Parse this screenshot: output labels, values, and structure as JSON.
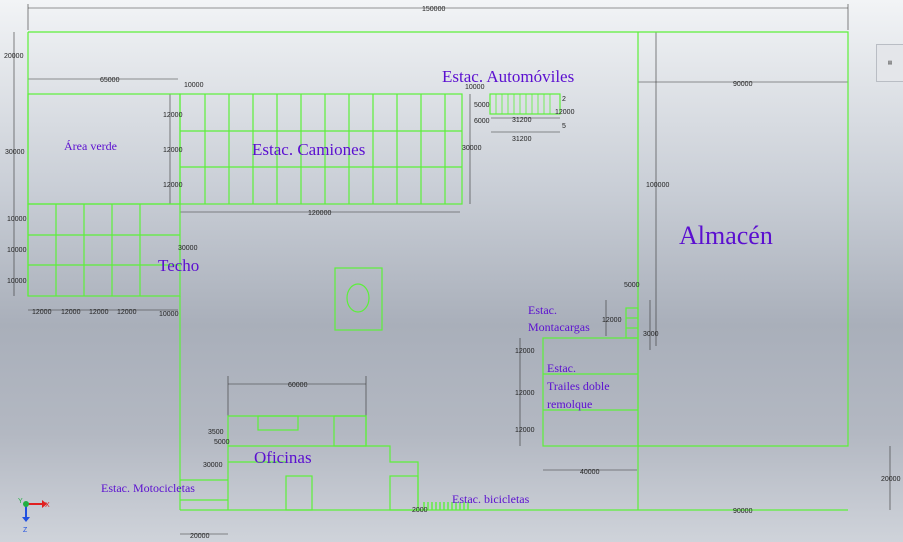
{
  "zones": {
    "area_verde": "Área verde",
    "camiones": "Estac. Camiones",
    "automoviles": "Estac. Automóviles",
    "almacen": "Almacén",
    "techo": "Techo",
    "montacargas_1": "Estac.",
    "montacargas_2": "Montacargas",
    "trailes_1": "Estac.",
    "trailes_2": "Trailes  doble",
    "trailes_3": "remolque",
    "oficinas": "Oficinas",
    "motocicletas": "Estac. Motocicletas",
    "bicicletas": "Estac. bicicletas"
  },
  "dimensions": {
    "total_width": "150000",
    "top_left_height": "20000",
    "area_verde_width": "65000",
    "area_verde_height": "30000",
    "gap_10000_a": "10000",
    "camiones_row_1": "12000",
    "camiones_row_2": "12000",
    "camiones_row_3": "12000",
    "camiones_width": "120000",
    "camiones_height": "30000",
    "auto_gap": "10000",
    "auto_1": "5000",
    "auto_2": "6000",
    "auto_3": "31200",
    "auto_4": "31200",
    "auto_5": "2",
    "auto_6": "5",
    "auto_7": "12000",
    "almacen_width": "90000",
    "almacen_height": "100000",
    "techo_row_1": "10000",
    "techo_row_2": "10000",
    "techo_row_3": "10000",
    "techo_col_1": "12000",
    "techo_col_2": "12000",
    "techo_col_3": "12000",
    "techo_col_4": "12000",
    "techo_side": "10000",
    "techo_height": "30000",
    "montacargas_1": "5000",
    "montacargas_2": "12000",
    "montacargas_3": "3000",
    "trailes_row_1": "12000",
    "trailes_row_2": "12000",
    "trailes_row_3": "12000",
    "trailes_width": "40000",
    "oficinas_width": "60000",
    "oficinas_1": "3500",
    "oficinas_2": "5000",
    "oficinas_3": "30000",
    "bici_1": "2000",
    "moto_width": "20000",
    "bottom_right_width": "90000",
    "bottom_right_height": "20000"
  },
  "axes": {
    "x": "X",
    "y": "Y",
    "z": "Z"
  },
  "colors": {
    "lines": "#5cf03a",
    "labels": "#5b0fd0",
    "dims": "#222222",
    "axis_x": "#e02020",
    "axis_y": "#20b040",
    "axis_z": "#2050e0"
  }
}
